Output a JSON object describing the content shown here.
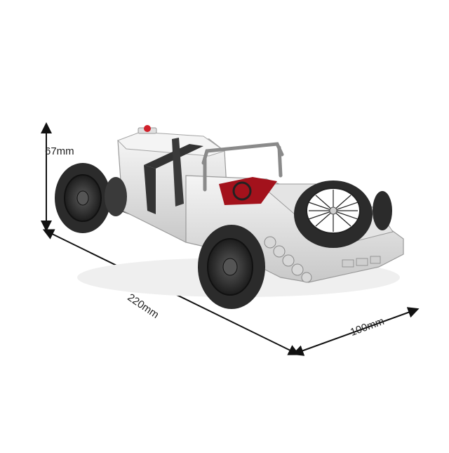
{
  "dimensions": {
    "height_label": "67mm",
    "length_label": "220mm",
    "width_label": "100mm"
  },
  "product": {
    "subject": "white-vintage-race-car-brick-model",
    "colors": {
      "body": "#e9e9e9",
      "body_shade": "#bdbdbd",
      "tire": "#2b2b2b",
      "strap": "#333333",
      "seat": "#a3121c",
      "cap": "#d0202a",
      "arrow": "#111111"
    }
  }
}
